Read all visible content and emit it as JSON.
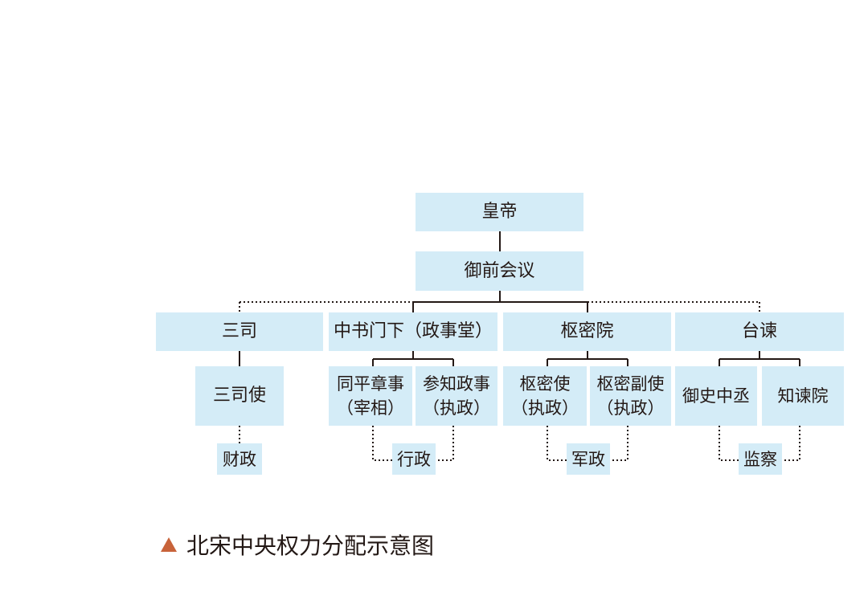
{
  "nodes": {
    "emperor": "皇帝",
    "council": "御前会议",
    "sansi": "三司",
    "zhongshu": "中书门下（政事堂）",
    "shumiyuan": "枢密院",
    "taijian": "台谏",
    "sansishi": "三司使",
    "tongping": "同平章事",
    "tongping_sub": "（宰相）",
    "canzhi": "参知政事",
    "canzhi_sub": "（执政）",
    "shumishi": "枢密使",
    "shumishi_sub": "（执政）",
    "shumifushi": "枢密副使",
    "shumifushi_sub": "（执政）",
    "yushi": "御史中丞",
    "zhijian": "知谏院"
  },
  "functions": {
    "finance": "财政",
    "administration": "行政",
    "military": "军政",
    "supervision": "监察"
  },
  "caption": "北宋中央权力分配示意图",
  "colors": {
    "box_fill": "#d4ecf7",
    "line": "#231815",
    "caption_marker": "#c8633a"
  }
}
